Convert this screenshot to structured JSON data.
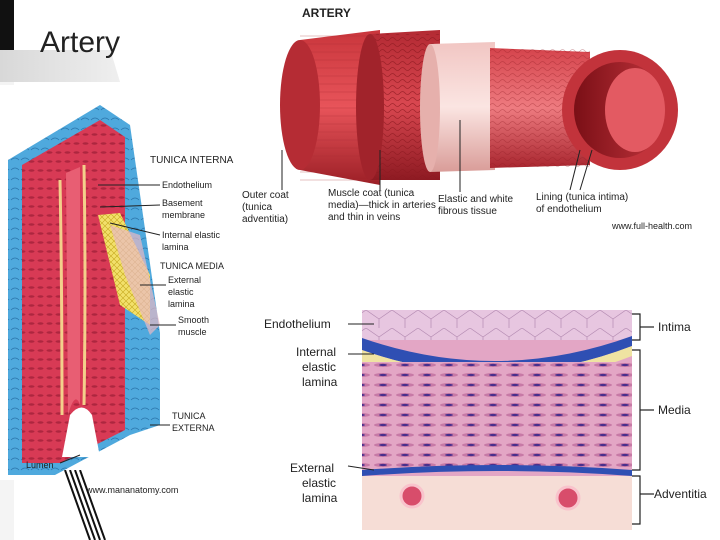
{
  "slide": {
    "title": "Artery"
  },
  "artery_figure": {
    "heading": "ARTERY",
    "labels": {
      "outer_coat": [
        "Outer coat",
        "(tunica",
        "adventitia)"
      ],
      "muscle_coat": [
        "Muscle coat (tunica",
        "media)—thick in arteries",
        "and thin in veins"
      ],
      "elastic": [
        "Elastic and white",
        "fibrous tissue"
      ],
      "lining": [
        "Lining (tunica intima)",
        "of endothelium"
      ]
    },
    "credit": "www.full-health.com"
  },
  "cross_section_figure": {
    "labels": {
      "tunica_interna": "TUNICA INTERNA",
      "endothelium": "Endothelium",
      "basement_membrane": [
        "Basement",
        "membrane"
      ],
      "internal_elastic_lamina": [
        "Internal elastic",
        "lamina"
      ],
      "tunica_media": "TUNICA MEDIA",
      "external_elastic_lamina": [
        "External",
        "elastic",
        "lamina"
      ],
      "smooth_muscle": [
        "Smooth",
        "muscle"
      ],
      "tunica_externa": [
        "TUNICA",
        "EXTERNA"
      ],
      "lumen": "Lumen"
    },
    "credit": "www.mananatomy.com"
  },
  "histology_figure": {
    "left_labels": {
      "endothelium": "Endothelium",
      "internal_elastic_lamina": [
        "Internal",
        "elastic",
        "lamina"
      ],
      "external_elastic_lamina": [
        "External",
        "elastic",
        "lamina"
      ]
    },
    "right_labels": {
      "intima": "Intima",
      "media": "Media",
      "adventitia": "Adventitia"
    }
  }
}
